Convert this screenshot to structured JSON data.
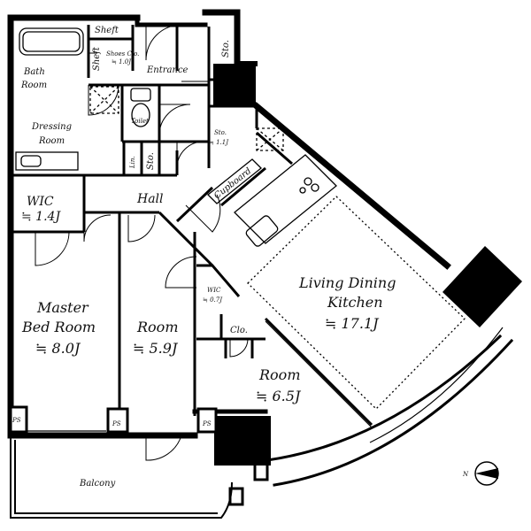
{
  "rooms": {
    "shelf_top": "Sheft",
    "shelf_side": "Sheft",
    "shoes_closet_name": "Shoes Clo.",
    "shoes_closet_size": "≒ 1.0J",
    "storage_top_right": "Sto.",
    "entrance": "Entrance",
    "bath_line1": "Bath",
    "bath_line2": "Room",
    "toilet": "Toilet",
    "dressing_line1": "Dressing",
    "dressing_line2": "Room",
    "linen": "Lin.",
    "storage_small": "Sto.",
    "storage_hall_name": "Sto.",
    "storage_hall_size": "≒ 1.1J",
    "cupboard": "Cupboard",
    "wic_main_name": "WIC",
    "wic_main_size": "≒ 1.4J",
    "hall": "Hall",
    "master_line1": "Master",
    "master_line2": "Bed Room",
    "master_size": "≒ 8.0J",
    "room_mid_name": "Room",
    "room_mid_size": "≒ 5.9J",
    "wic_small_name": "WIC",
    "wic_small_size": "≒ 0.7J",
    "closet": "Clo.",
    "room_right_name": "Room",
    "room_right_size": "≒ 6.5J",
    "ldk_line1": "Living Dining",
    "ldk_line2": "Kitchen",
    "ldk_size": "≒ 17.1J",
    "balcony": "Balcony",
    "ps": "PS",
    "compass_n": "N"
  }
}
